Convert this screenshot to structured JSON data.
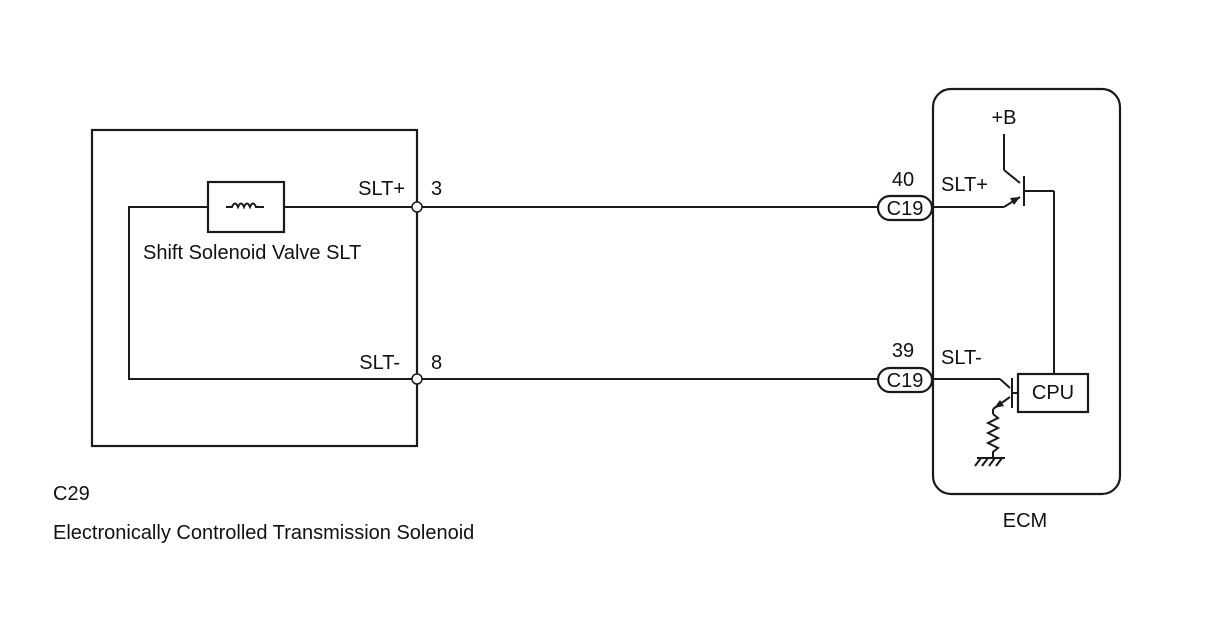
{
  "colors": {
    "line": "#1a1a1a",
    "background": "#ffffff",
    "text": "#111111"
  },
  "solenoid_component": {
    "valve_label": "Shift Solenoid Valve SLT",
    "pin_slt_plus_label": "SLT+",
    "pin_slt_plus_number": "3",
    "pin_slt_minus_label": "SLT-",
    "pin_slt_minus_number": "8",
    "connector_code": "C29",
    "component_name": "Electronically Controlled Transmission Solenoid"
  },
  "ecm": {
    "name": "ECM",
    "supply_label": "+B",
    "pin_slt_plus_number": "40",
    "pin_slt_plus_label": "SLT+",
    "pin_slt_minus_number": "39",
    "pin_slt_minus_label": "SLT-",
    "connector_top": "C19",
    "connector_bottom": "C19",
    "cpu_label": "CPU"
  },
  "icons": {
    "coil": "solenoid-coil-icon",
    "transistor_top": "pnp-transistor-icon",
    "transistor_bottom": "npn-transistor-icon",
    "resistor": "resistor-icon",
    "ground": "ground-icon",
    "terminal": "terminal-circle-icon"
  }
}
